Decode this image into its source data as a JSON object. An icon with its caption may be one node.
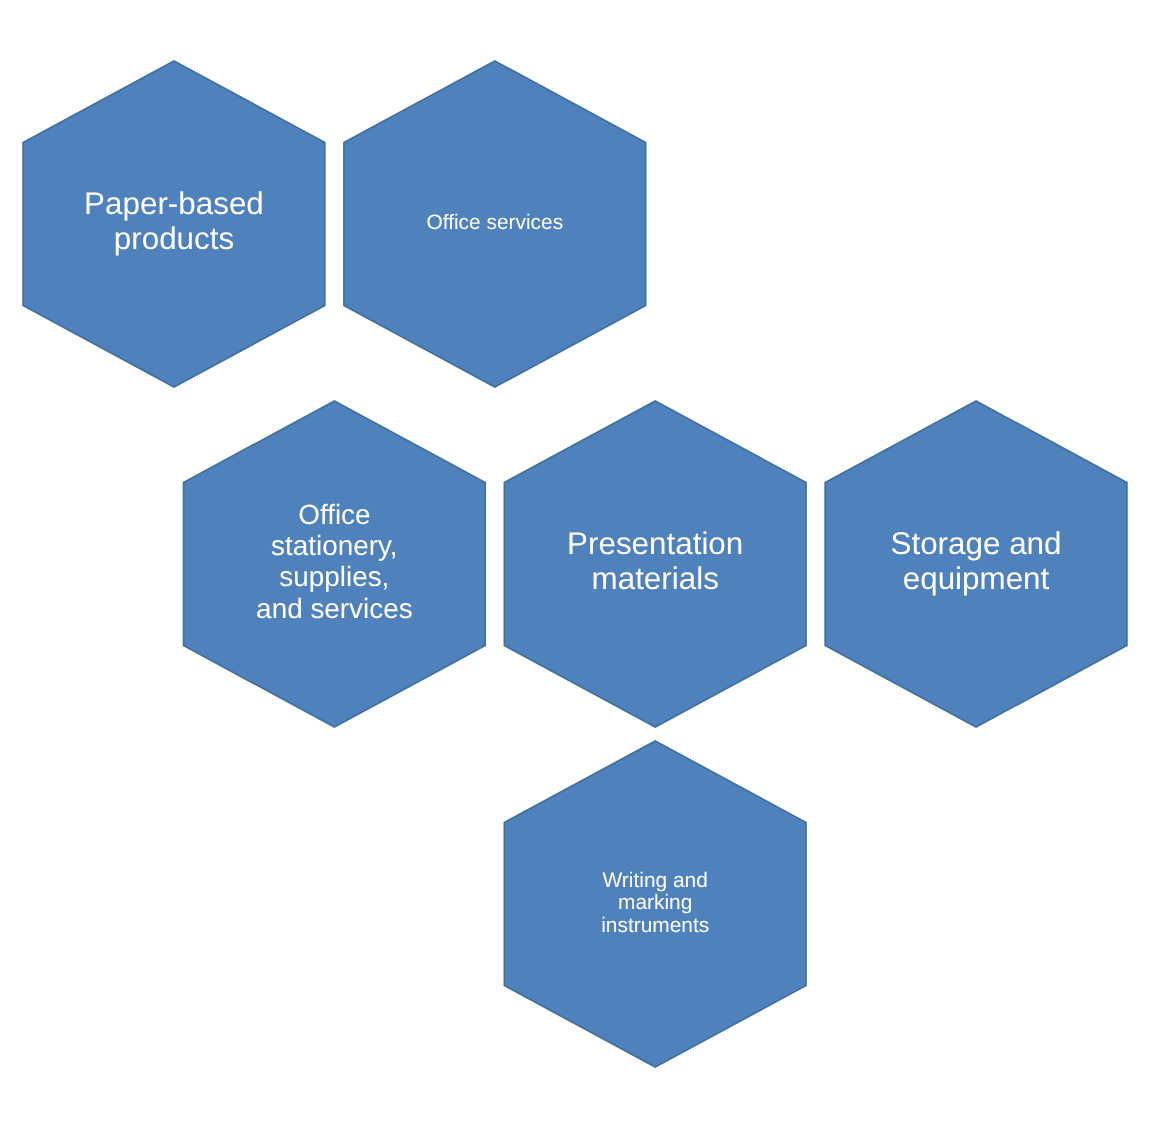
{
  "diagram": {
    "nodes": [
      {
        "text": [
          "Paper-based products"
        ]
      },
      {
        "text": [
          "Office services"
        ]
      },
      {
        "text": [
          "Presentation materials"
        ]
      },
      {
        "text": [
          "Office stationery, supplies, and services"
        ]
      },
      {
        "text": [
          "Storage and equipment"
        ]
      },
      {
        "text": [
          "Writing and marking instruments"
        ]
      }
    ],
    "edges": []
  }
}
